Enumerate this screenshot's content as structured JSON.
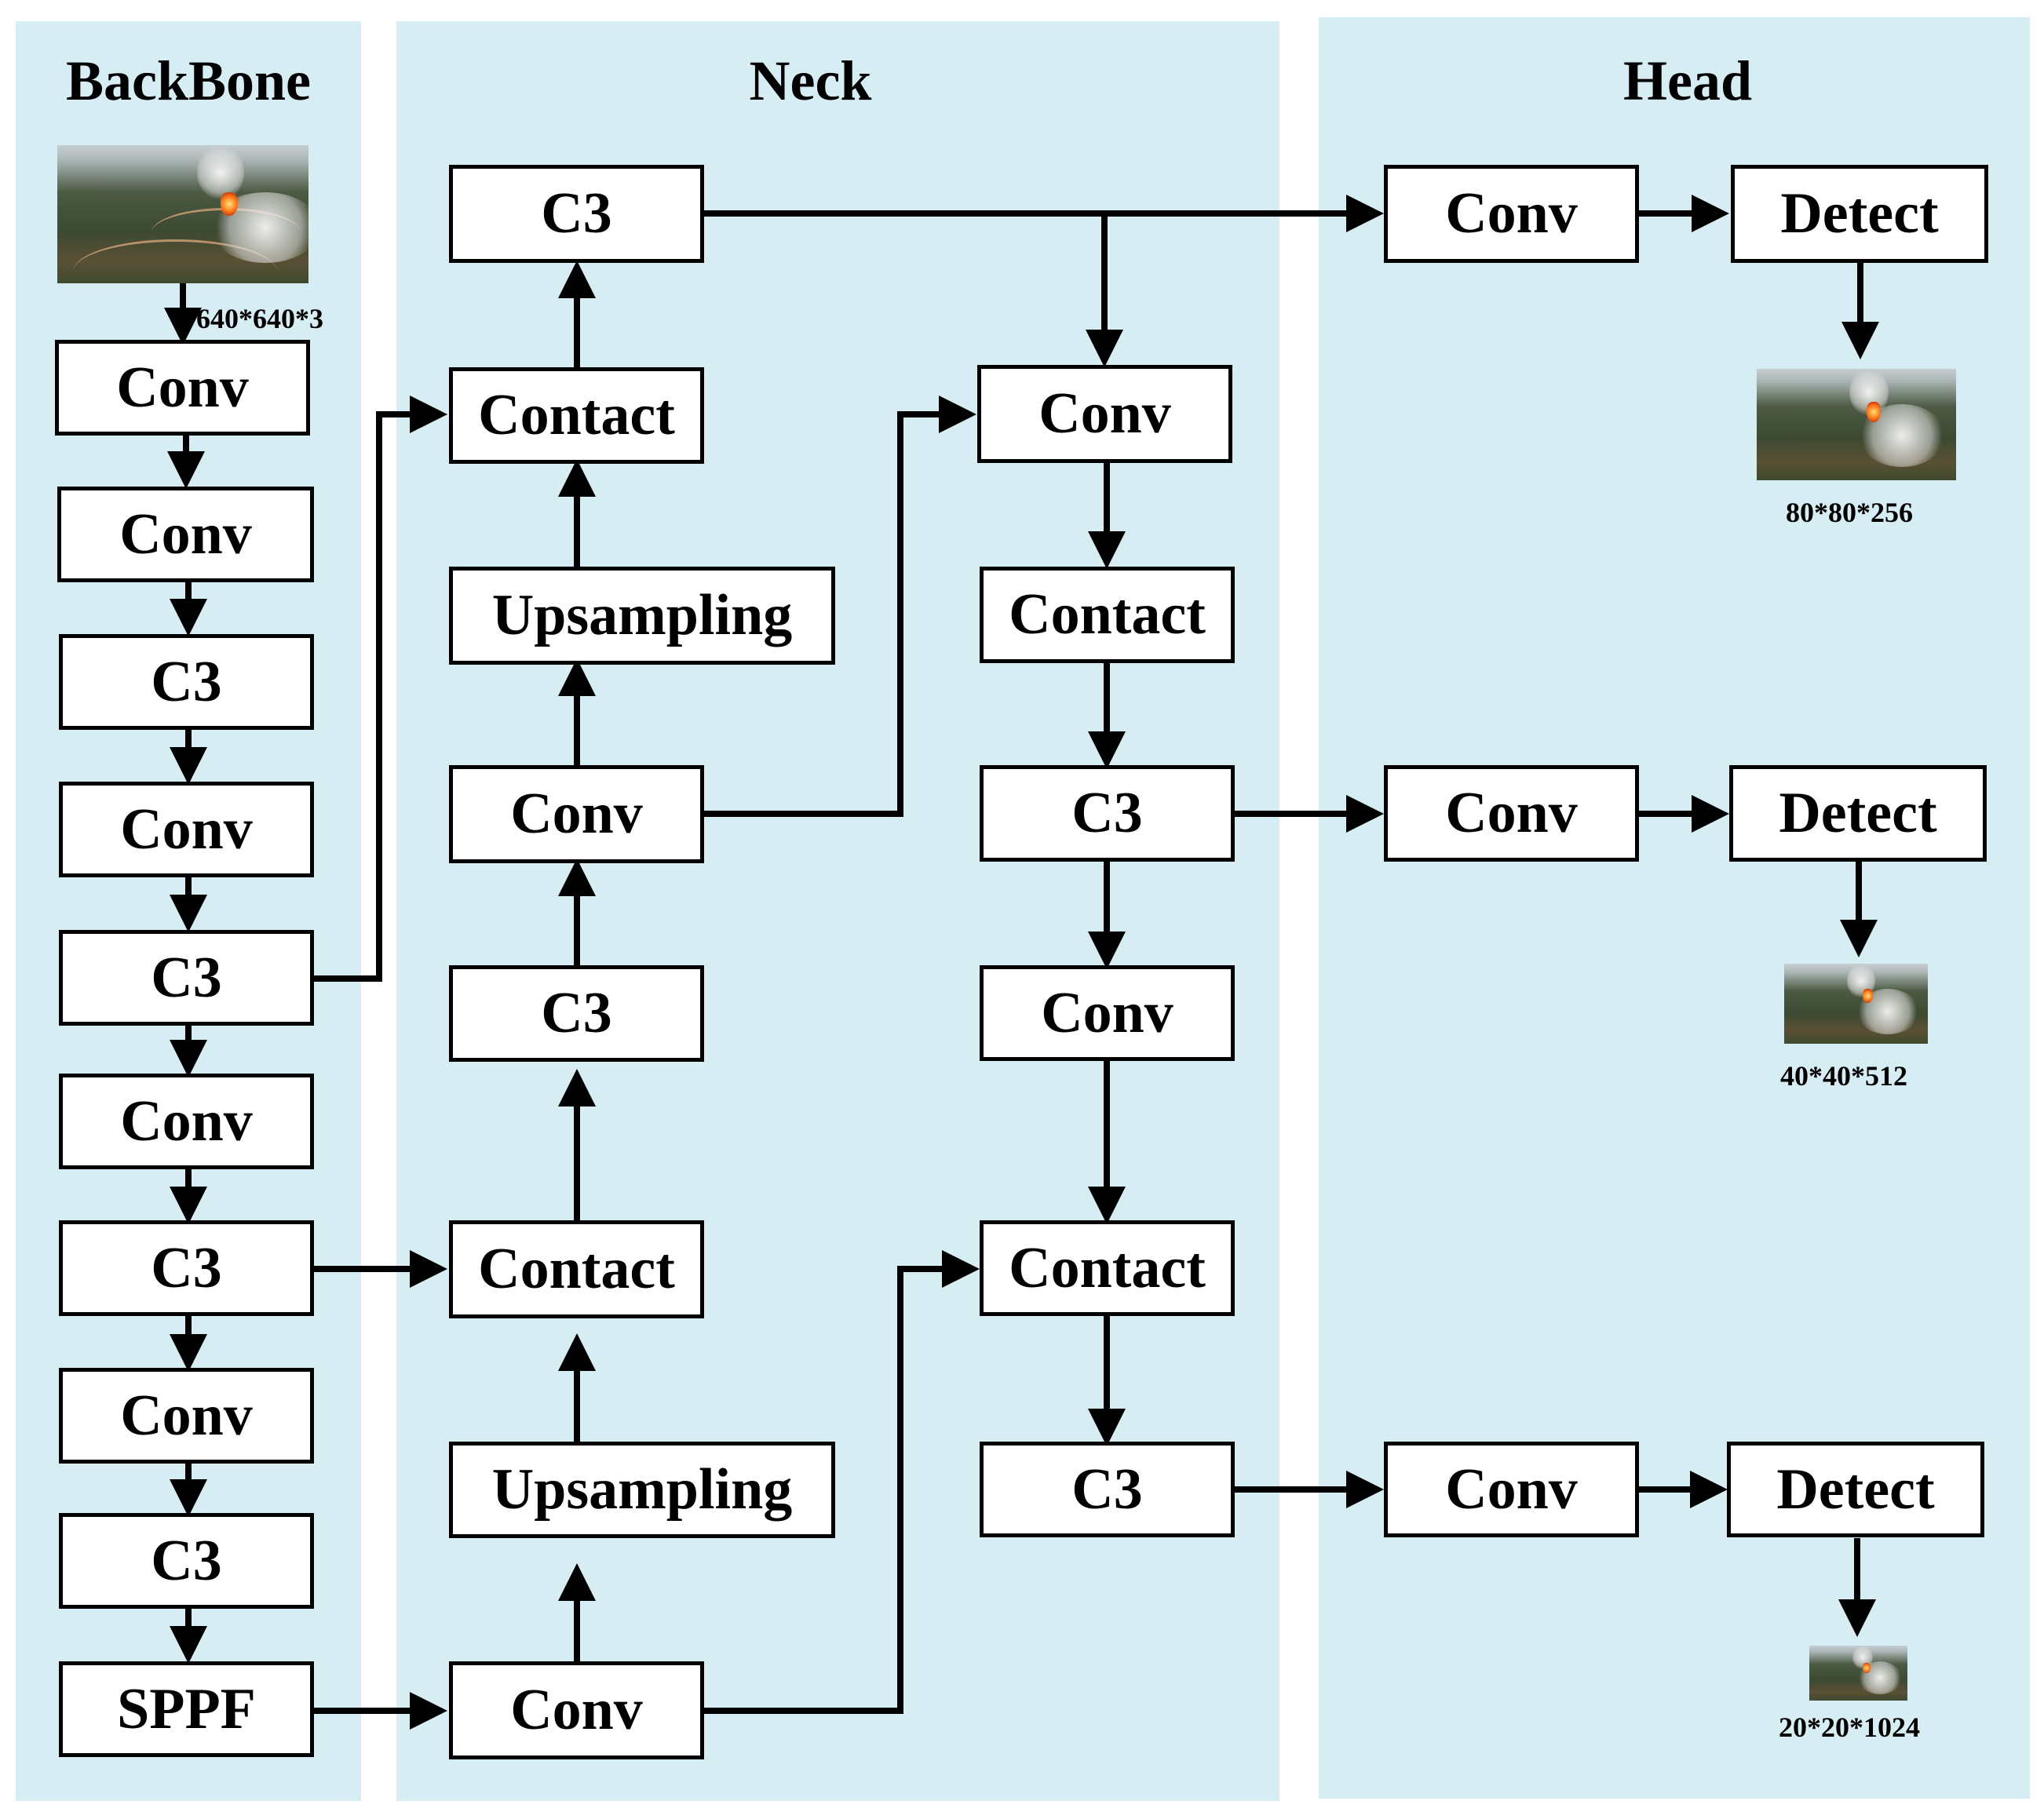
{
  "panels": {
    "backbone": "BackBone",
    "neck": "Neck",
    "head": "Head"
  },
  "input_size": "640*640*3",
  "backbone_nodes": [
    "Conv",
    "Conv",
    "C3",
    "Conv",
    "C3",
    "Conv",
    "C3",
    "Conv",
    "C3",
    "SPPF"
  ],
  "neck_left_nodes": [
    "C3",
    "Contact",
    "Upsampling",
    "Conv",
    "C3",
    "Contact",
    "Upsampling",
    "Conv"
  ],
  "neck_right_nodes": [
    "Conv",
    "Contact",
    "C3",
    "Conv",
    "Contact",
    "C3"
  ],
  "head_rows": [
    {
      "conv": "Conv",
      "detect": "Detect",
      "output": "80*80*256"
    },
    {
      "conv": "Conv",
      "detect": "Detect",
      "output": "40*40*512"
    },
    {
      "conv": "Conv",
      "detect": "Detect",
      "output": "20*20*1024"
    }
  ]
}
